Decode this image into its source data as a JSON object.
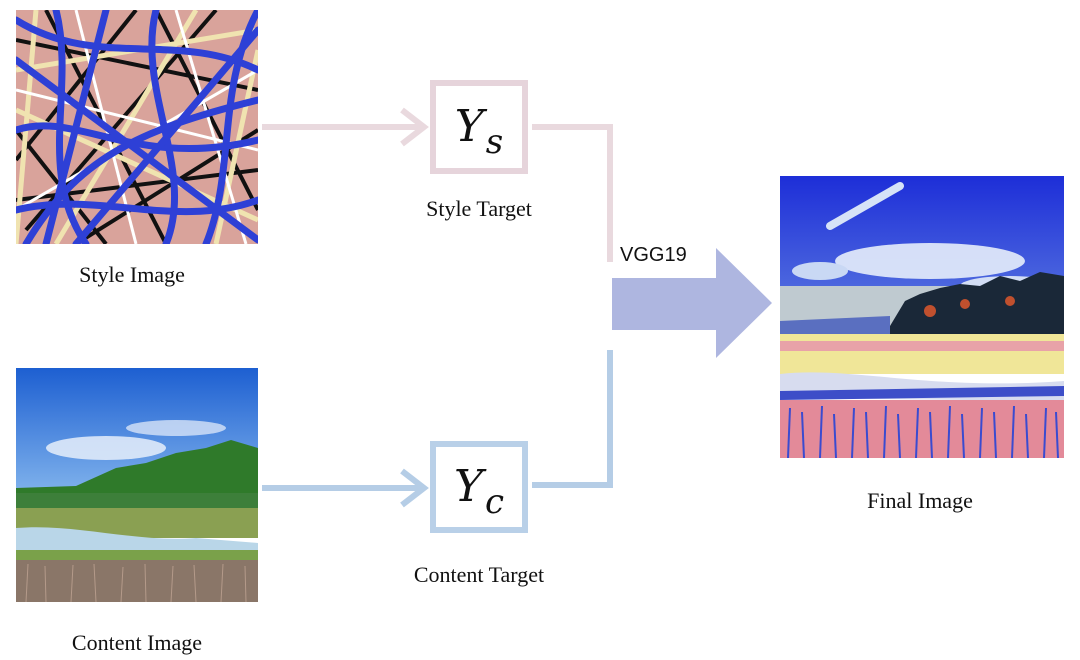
{
  "nodes": {
    "style_image": {
      "caption": "Style Image"
    },
    "content_image": {
      "caption": "Content Image"
    },
    "style_target": {
      "symbol": "Y",
      "subscript": "s",
      "caption": "Style Target"
    },
    "content_target": {
      "symbol": "Y",
      "subscript": "c",
      "caption": "Content Target"
    },
    "network": {
      "label": "VGG19"
    },
    "final_image": {
      "caption": "Final Image"
    }
  },
  "colors": {
    "style_path": "#e9d9de",
    "content_path": "#b5cde6",
    "network_arrow": "#aeb6e0",
    "style_box_border": "#e6d4db",
    "content_box_border": "#b9d0e8"
  },
  "edges": [
    {
      "from": "style_image",
      "to": "style_target"
    },
    {
      "from": "content_image",
      "to": "content_target"
    },
    {
      "from": "style_target",
      "to": "network"
    },
    {
      "from": "content_target",
      "to": "network"
    },
    {
      "from": "network",
      "to": "final_image"
    }
  ]
}
